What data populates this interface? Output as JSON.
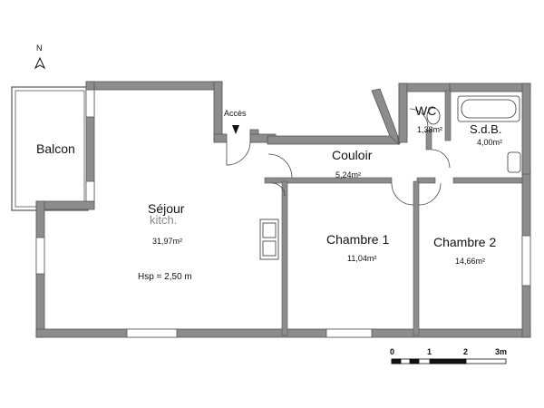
{
  "north": {
    "label": "N"
  },
  "entrance": {
    "label": "Accès"
  },
  "rooms": {
    "balcon": {
      "name": "Balcon"
    },
    "sejour": {
      "name": "Séjour",
      "sub": "kitch.",
      "area": "31,97m²",
      "height": "Hsp = 2,50 m"
    },
    "couloir": {
      "name": "Couloir",
      "area": "5,24m²"
    },
    "wc": {
      "name": "WC",
      "area": "1,38m²"
    },
    "sdb": {
      "name": "S.d.B.",
      "area": "4,00m²"
    },
    "chambre1": {
      "name": "Chambre 1",
      "area": "11,04m²"
    },
    "chambre2": {
      "name": "Chambre 2",
      "area": "14,66m²"
    }
  },
  "scale": {
    "ticks": [
      "0",
      "1",
      "2",
      "3m"
    ]
  },
  "colors": {
    "wall": "#8c8c8c",
    "wall_dark": "#555555",
    "fixture": "#333333"
  }
}
